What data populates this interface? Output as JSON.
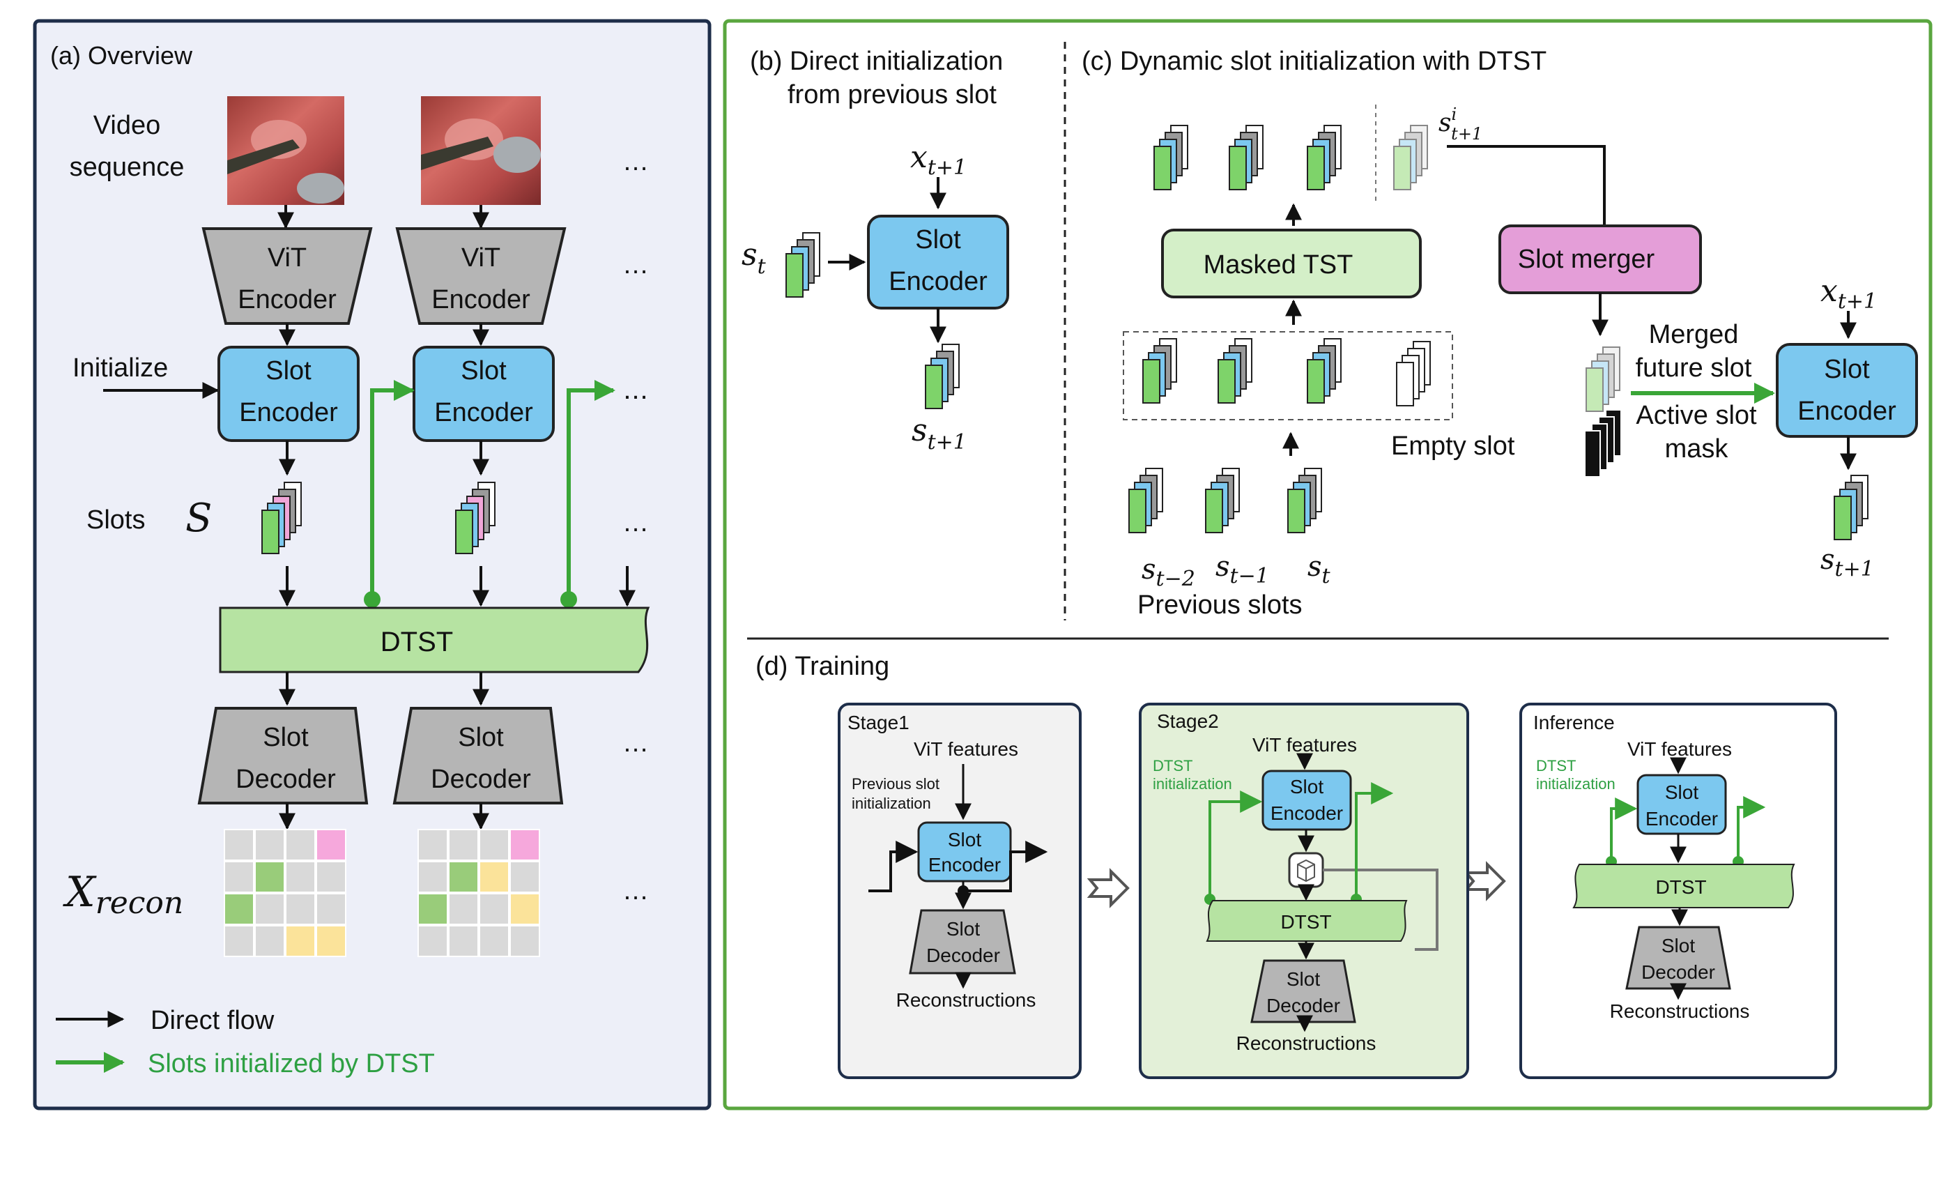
{
  "panel_a": {
    "title": "(a) Overview",
    "video_label_1": "Video",
    "video_label_2": "sequence",
    "vit_1": "ViT",
    "vit_2": "Encoder",
    "initialize": "Initialize",
    "slot": "Slot",
    "encoder": "Encoder",
    "decoder": "Decoder",
    "slots_label": "Slots",
    "slots_symbol": "S",
    "dtst": "DTST",
    "x_recon": "X",
    "x_recon_sub": "recon",
    "ellipsis": "…",
    "legend_direct": "Direct flow",
    "legend_dtst": "Slots initialized by DTST"
  },
  "panel_b": {
    "title_1": "(b) Direct initialization",
    "title_2": "from previous slot",
    "x_input": "x",
    "x_sub": "t+1",
    "s_in": "s",
    "s_in_sub": "t",
    "s_out": "s",
    "s_out_sub": "t+1",
    "slot": "Slot",
    "encoder": "Encoder"
  },
  "panel_c": {
    "title": "(c) Dynamic slot initialization with DTST",
    "masked_tst": "Masked TST",
    "slot_merger": "Slot merger",
    "s_future": "s",
    "s_future_sup": "i",
    "s_future_sub": "t+1",
    "empty_slot": "Empty slot",
    "prev_slots": "Previous slots",
    "s_tm2": "t−2",
    "s_tm1": "t−1",
    "s_t": "t",
    "s_char": "s",
    "merged_1": "Merged",
    "merged_2": "future slot",
    "active_1": "Active slot",
    "active_2": "mask",
    "x_input": "x",
    "x_sub": "t+1",
    "slot": "Slot",
    "encoder": "Encoder",
    "s_out_sub": "t+1"
  },
  "panel_d": {
    "title": "(d) Training",
    "stage1": {
      "title": "Stage1",
      "vit": "ViT features",
      "prev_1": "Previous slot",
      "prev_2": "initialization",
      "slot": "Slot",
      "encoder": "Encoder",
      "decoder": "Decoder",
      "recon": "Reconstructions"
    },
    "stage2": {
      "title": "Stage2",
      "vit": "ViT features",
      "dtst_1": "DTST",
      "dtst_2": "initialization",
      "slot": "Slot",
      "encoder": "Encoder",
      "dtst": "DTST",
      "decoder": "Decoder",
      "recon": "Reconstructions"
    },
    "inference": {
      "title": "Inference",
      "vit": "ViT features",
      "dtst_1": "DTST",
      "dtst_2": "initialization",
      "slot": "Slot",
      "encoder": "Encoder",
      "dtst": "DTST",
      "decoder": "Decoder",
      "recon": "Reconstructions"
    }
  },
  "colors": {
    "encoder_blue": "#7cc8ef",
    "gray_box": "#b5b5b5",
    "dtst_green": "#b6e3a2",
    "light_green": "#d4efc8",
    "merger_pink": "#e49ed8",
    "arrow_green": "#3aa637",
    "panel_a_border": "#1e2e4a",
    "panel_right_border": "#5aa63f"
  }
}
